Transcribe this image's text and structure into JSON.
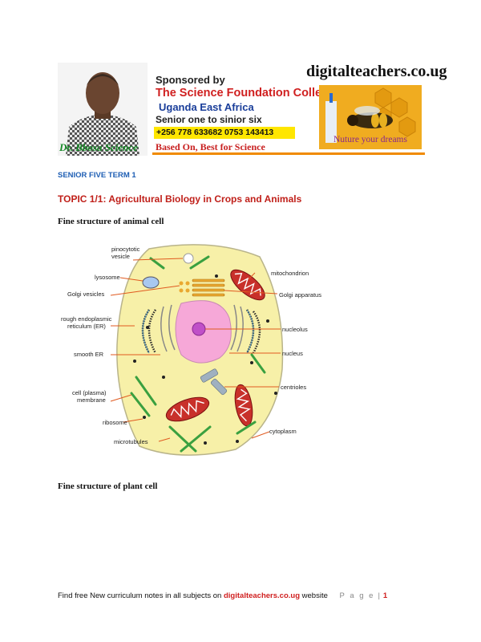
{
  "banner": {
    "signature": "Dr. Bbosa Science",
    "sponsored_by": "Sponsored by",
    "college": "The Science Foundation College",
    "region": "Uganda East Africa",
    "level": "Senior one to sinior six",
    "phone": "+256 778 633682 0753 143413",
    "based": "Based On, Best for Science",
    "site": "digitalteachers.co.ug",
    "slogan": "Nuture your dreams"
  },
  "term": "SENIOR FIVE TERM 1",
  "topic": "TOPIC 1/1: Agricultural Biology in Crops and Animals",
  "heading_animal": "Fine structure of animal cell",
  "heading_plant": "Fine structure of plant cell",
  "diagram": {
    "labels": {
      "pinocytotic": "pinocytotic",
      "vesicle": "vesicle",
      "lysosome": "lysosome",
      "golgi_vesicles": "Golgi vesicles",
      "rough_er_1": "rough endoplasmic",
      "rough_er_2": "reticulum (ER)",
      "smooth_er": "smooth ER",
      "membrane_1": "cell (plasma)",
      "membrane_2": "membrane",
      "ribosome": "ribosome",
      "microtubules": "microtubules",
      "mitochondrion": "mitochondrion",
      "golgi_apparatus": "Golgi apparatus",
      "nucleolus": "nucleolus",
      "nucleus": "nucleus",
      "centrioles": "centrioles",
      "cytoplasm": "cytoplasm"
    }
  },
  "footer": {
    "text_before": "Find free New curriculum notes in all subjects on ",
    "link": "digitalteachers.co.ug",
    "text_after": " website",
    "page_label": "P a g e",
    "page_sep": "|",
    "page_number": "1"
  },
  "colors": {
    "blue_heading": "#1f5fb4",
    "red_heading": "#c0201a",
    "cytoplasm": "#f7f0a8",
    "nucleus": "#f6a8d8"
  }
}
